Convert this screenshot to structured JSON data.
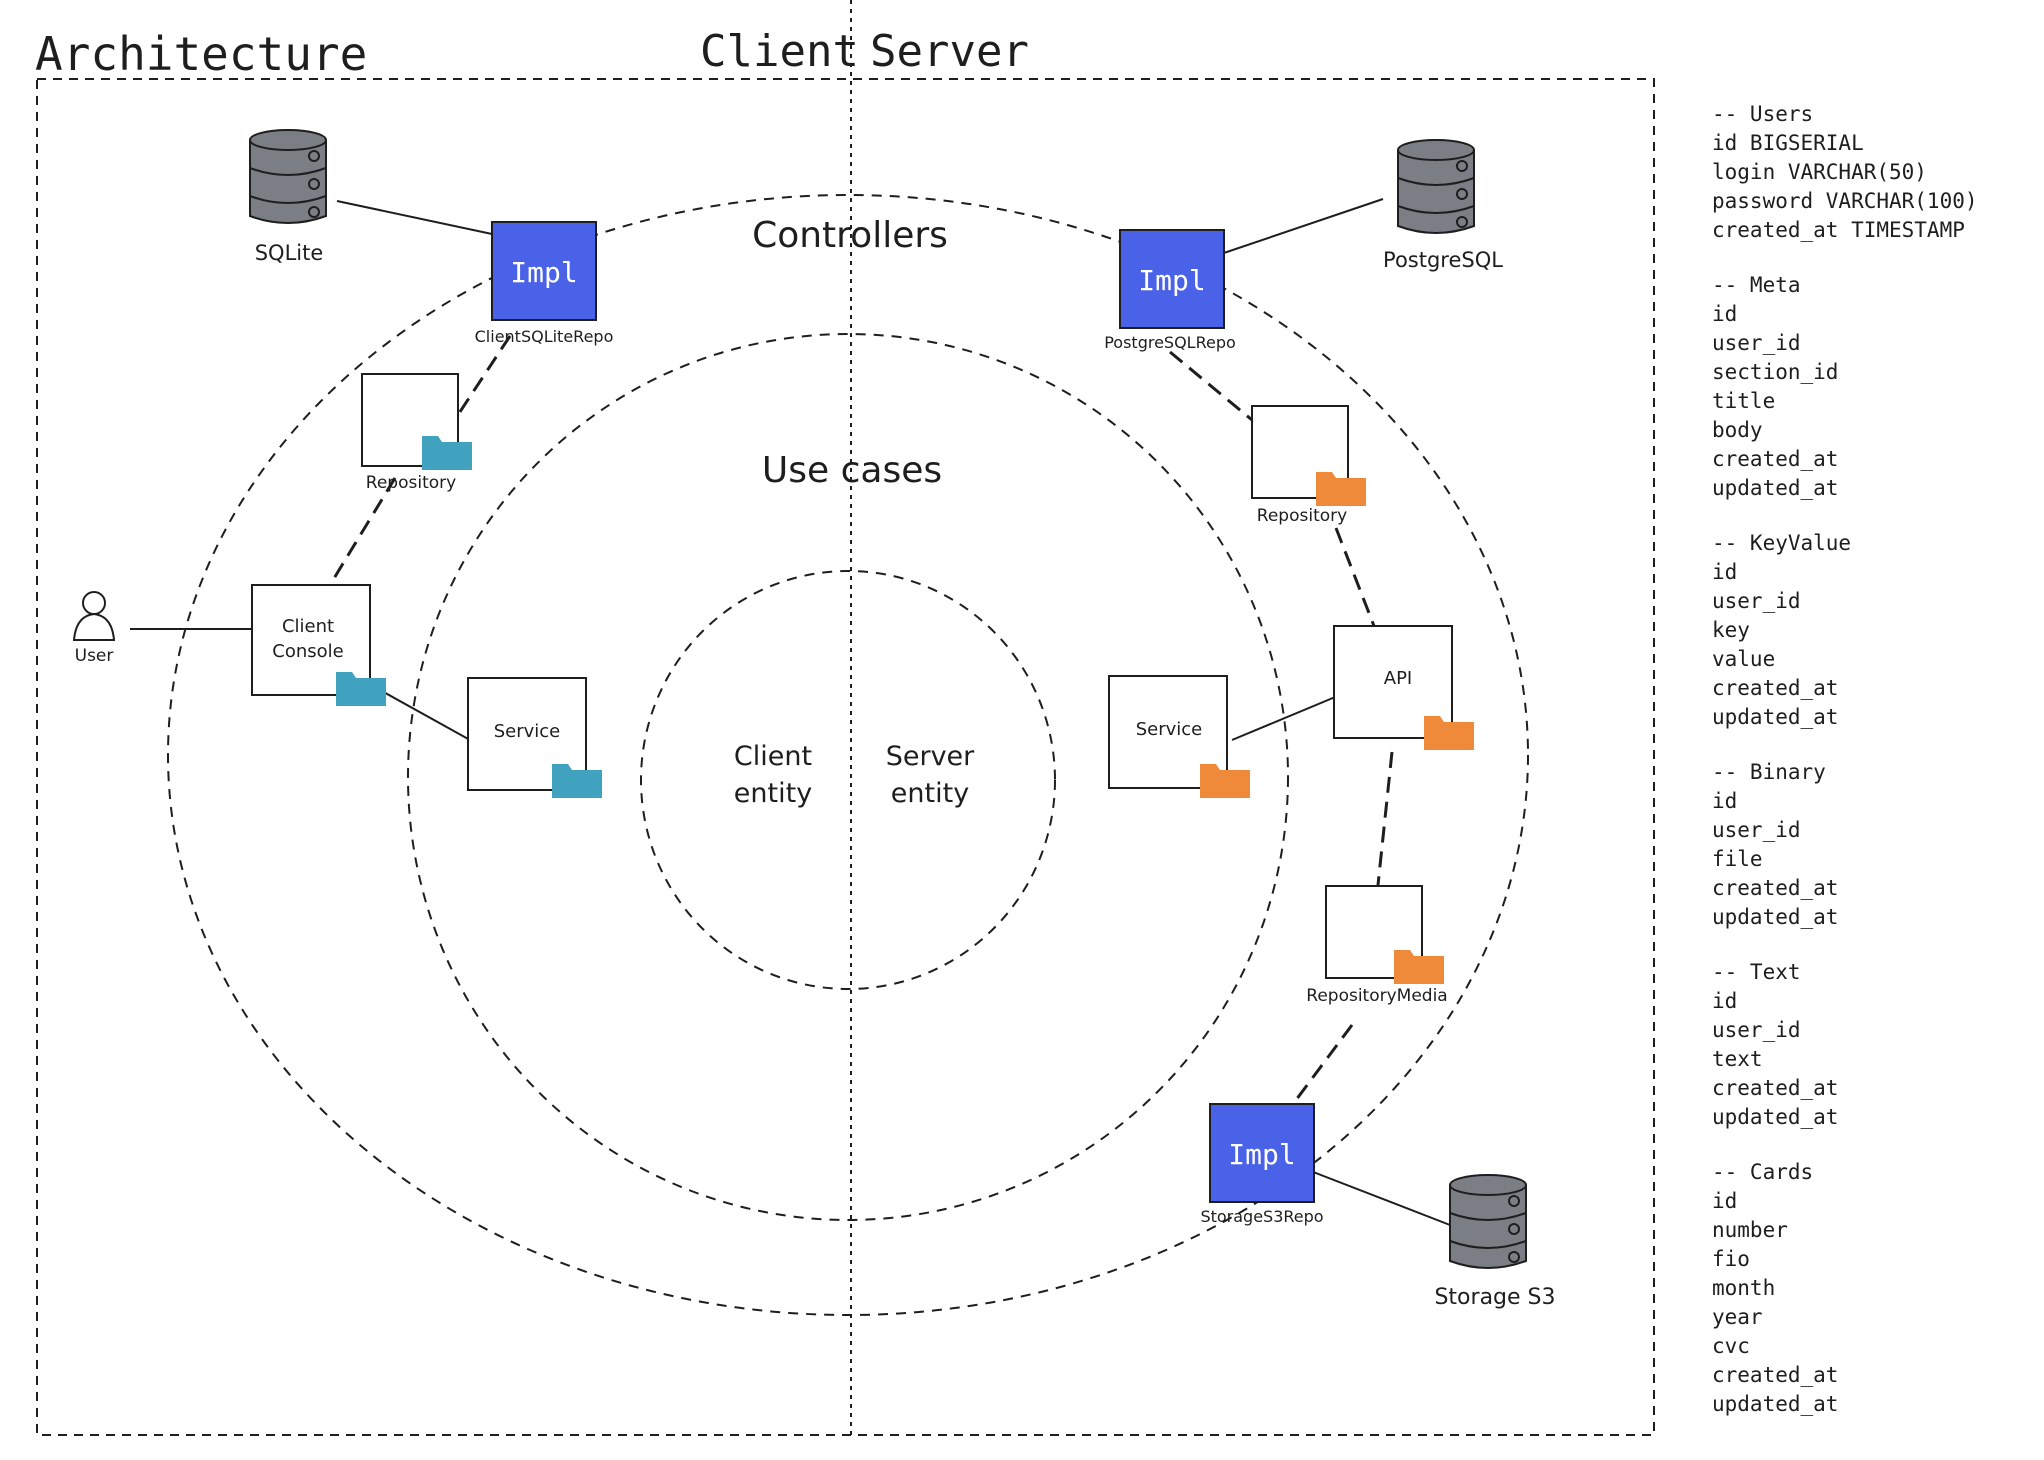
{
  "titles": {
    "main": "Architecture",
    "client": "Client",
    "server": "Server"
  },
  "layers": {
    "outer": "Controllers",
    "middle": "Use cases",
    "inner_client": [
      "Client",
      "entity"
    ],
    "inner_server": [
      "Server",
      "entity"
    ]
  },
  "nodes": {
    "sqlite": "SQLite",
    "postgresql": "PostgreSQL",
    "storage_s3": "Storage S3",
    "impl_text": "Impl",
    "client_sqlite_repo": "ClientSQLiteRepo",
    "postgresql_repo": "PostgreSQLRepo",
    "storage_s3_repo": "StorageS3Repo",
    "client_repository": "Repository",
    "server_repository": "Repository",
    "client_console": [
      "Client",
      "Console"
    ],
    "client_service": "Service",
    "server_service": "Service",
    "api": "API",
    "repository_media": "RepositoryMedia",
    "user": "User"
  },
  "colors": {
    "impl": "#4a62e8",
    "client_folder": "#41a2bf",
    "server_folder": "#ef8a3b",
    "db": "#7b7f85",
    "stroke": "#1e1e1e"
  },
  "schema": [
    {
      "header": "-- Users",
      "columns": [
        "id BIGSERIAL",
        "login VARCHAR(50)",
        "password VARCHAR(100)",
        "created_at TIMESTAMP"
      ]
    },
    {
      "header": "-- Meta",
      "columns": [
        "id",
        "user_id",
        "section_id",
        "title",
        "body",
        "created_at",
        "updated_at"
      ]
    },
    {
      "header": "-- KeyValue",
      "columns": [
        "id",
        "user_id",
        "key",
        "value",
        "created_at",
        "updated_at"
      ]
    },
    {
      "header": "-- Binary",
      "columns": [
        "id",
        "user_id",
        "file",
        "created_at",
        "updated_at"
      ]
    },
    {
      "header": "-- Text",
      "columns": [
        "id",
        "user_id",
        "text",
        "created_at",
        "updated_at"
      ]
    },
    {
      "header": "-- Cards",
      "columns": [
        "id",
        "number",
        "fio",
        "month",
        "year",
        "cvc",
        "created_at",
        "updated_at"
      ]
    }
  ]
}
